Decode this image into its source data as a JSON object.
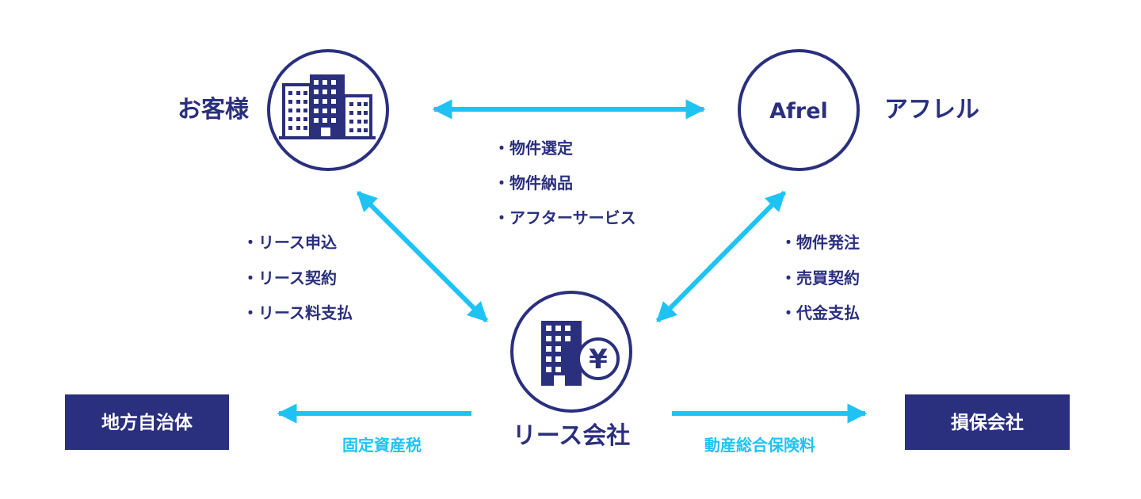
{
  "colors": {
    "navy": "#2a2f7e",
    "cyan": "#1fc3f3",
    "white": "#ffffff"
  },
  "nodes": {
    "customer": {
      "label": "お客様",
      "icon": "office-buildings-icon"
    },
    "afrel": {
      "label": "アフレル",
      "logo_text": "Afrel"
    },
    "lease_company": {
      "label": "リース会社",
      "icon": "building-yen-icon",
      "yen_symbol": "¥"
    },
    "local_government": {
      "label": "地方自治体"
    },
    "insurance_company": {
      "label": "損保会社"
    }
  },
  "relations": {
    "customer_afrel": {
      "items": [
        "・物件選定",
        "・物件納品",
        "・アフターサービス"
      ]
    },
    "customer_lease": {
      "items": [
        "・リース申込",
        "・リース契約",
        "・リース料支払"
      ]
    },
    "afrel_lease": {
      "items": [
        "・物件発注",
        "・売買契約",
        "・代金支払"
      ]
    },
    "lease_government": {
      "label": "固定資産税"
    },
    "lease_insurance": {
      "label": "動産総合保険料"
    }
  }
}
